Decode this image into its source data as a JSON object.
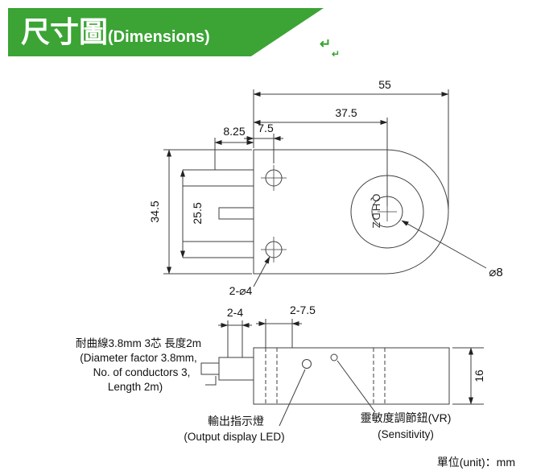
{
  "banner": {
    "title": "尺寸圖",
    "subtitle": "(Dimensions)"
  },
  "colors": {
    "banner_green": "#3BA435"
  },
  "top_view": {
    "marking": "QHDZ",
    "dim_overall_width": "55",
    "dim_hole_center": "37.5",
    "dim_825": "8.25",
    "dim_75": "7.5",
    "dim_overall_height": "34.5",
    "dim_tab_span": "25.5",
    "mount_holes": "2-⌀4",
    "bore_dia": "⌀8"
  },
  "side_view": {
    "dim_24": "2-4",
    "dim_275": "2-7.5",
    "dim_thickness": "16"
  },
  "notes": {
    "cable_zh": "耐曲線3.8mm 3芯 長度2m",
    "cable_en1": "(Diameter factor 3.8mm,",
    "cable_en2": "No. of conductors 3,",
    "cable_en3": "Length 2m)",
    "led_zh": "輸出指示燈",
    "led_en": "(Output display LED)",
    "vr_zh": "靈敏度調節鈕(VR)",
    "vr_en": "(Sensitivity)",
    "unit": "單位(unit)：mm"
  }
}
